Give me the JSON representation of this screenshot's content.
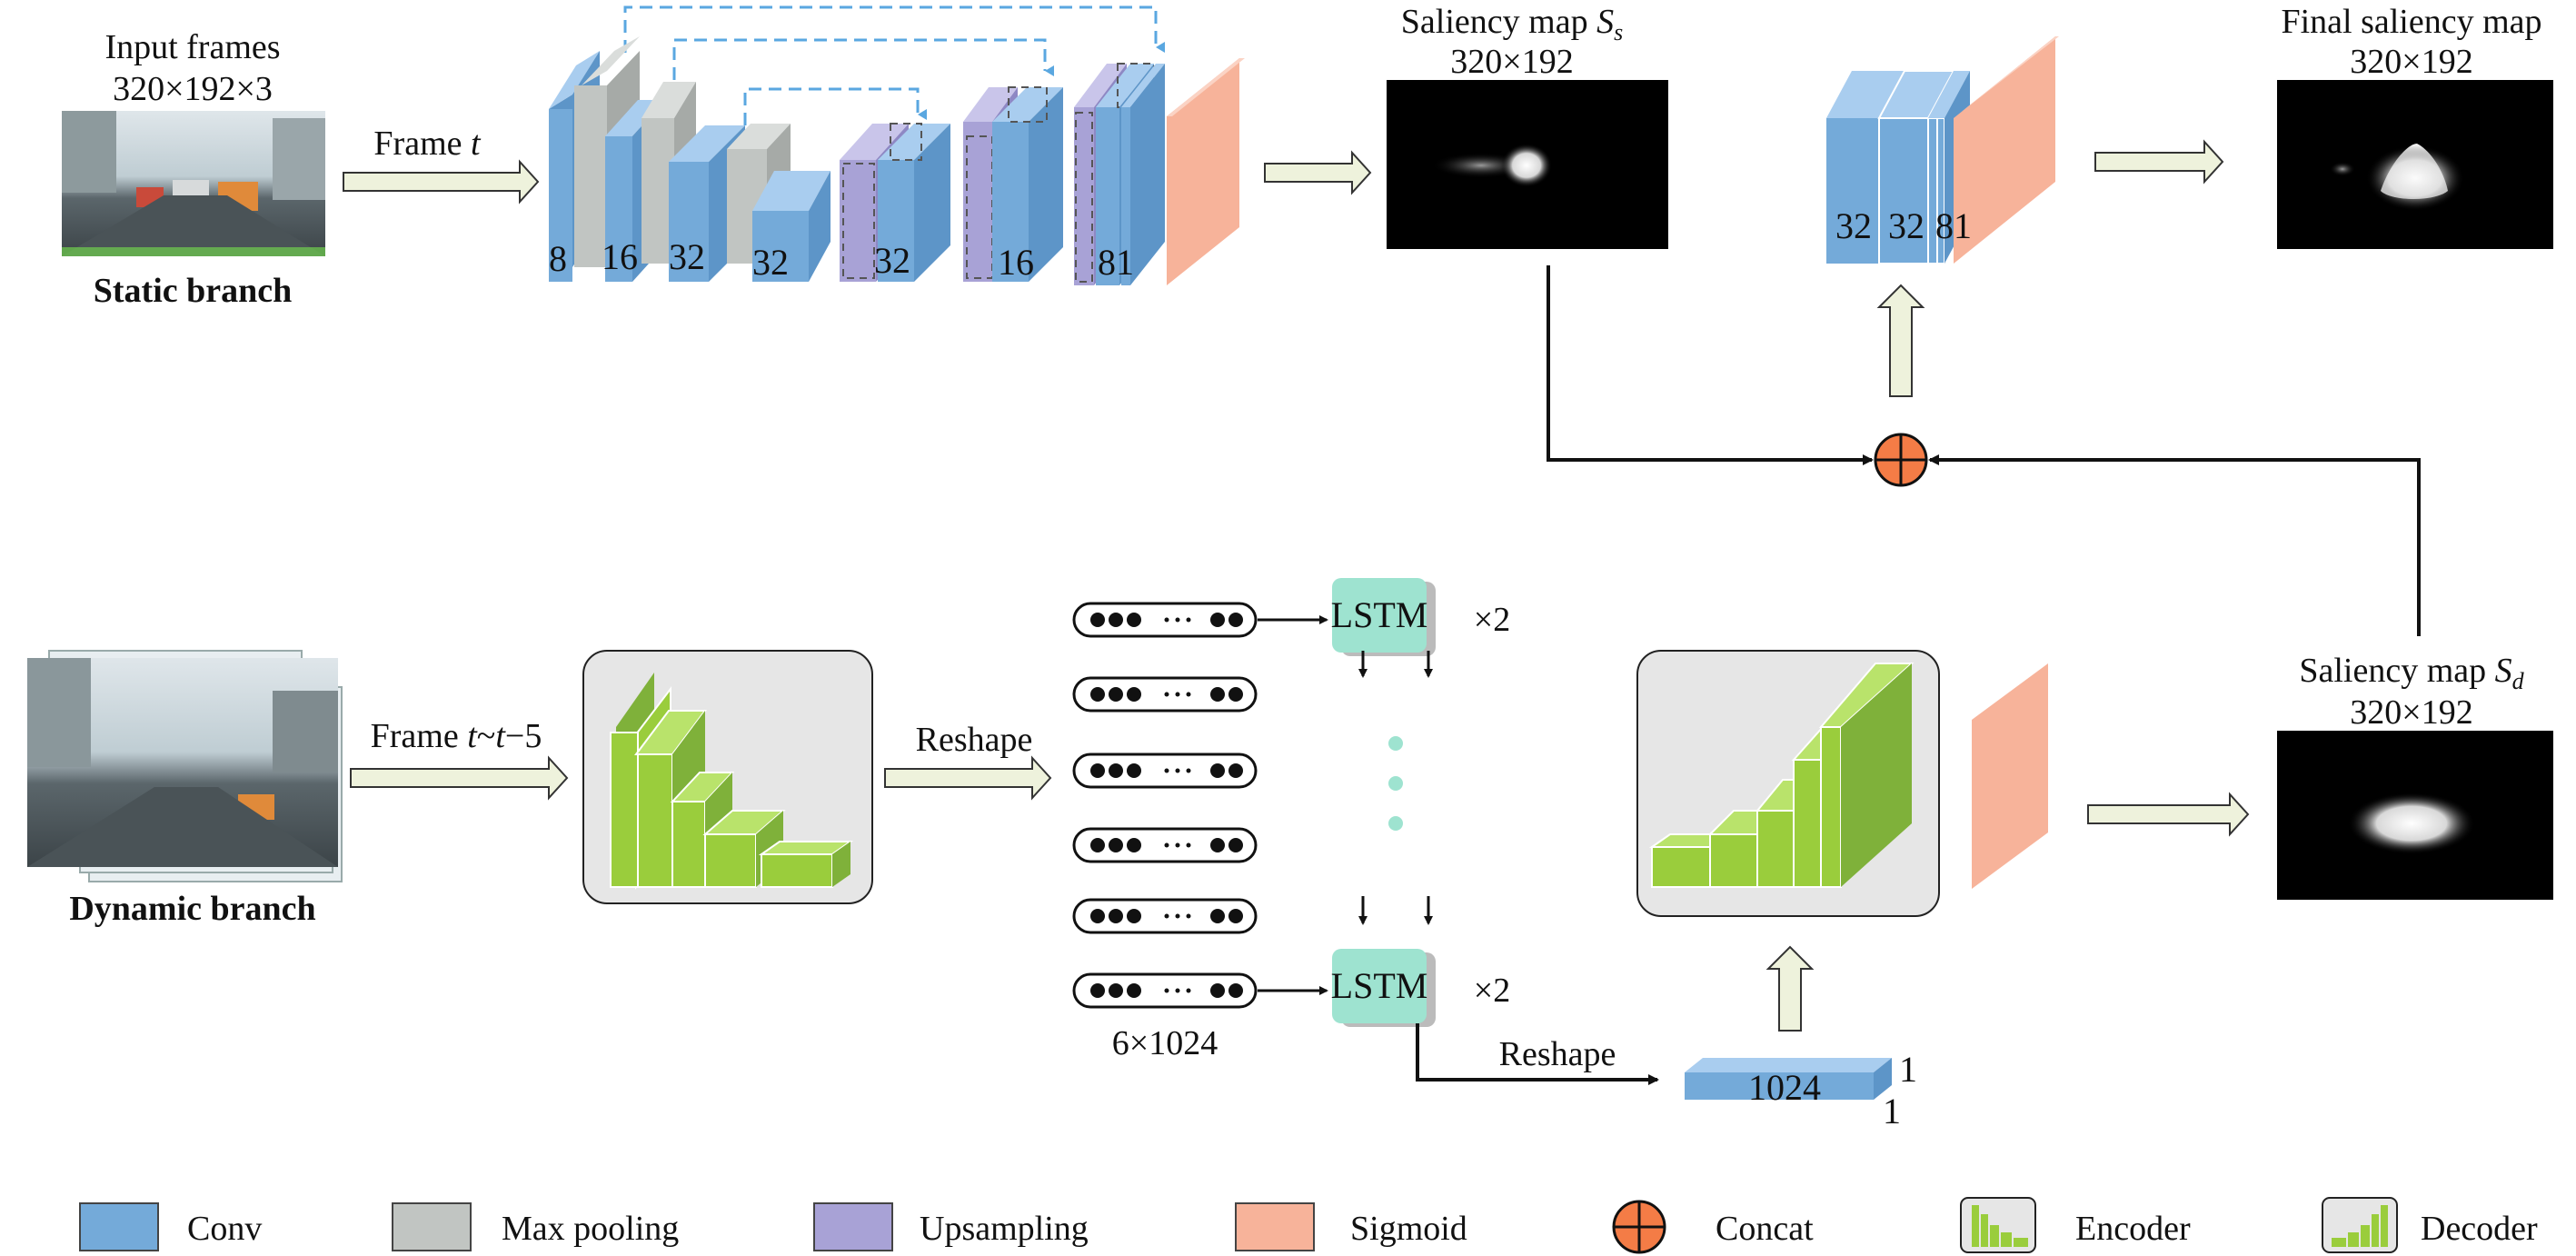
{
  "static": {
    "input_title": "Input frames",
    "input_dims": "320×192×3",
    "branch_label": "Static branch",
    "frame_label": "Frame ",
    "frame_var": "t",
    "channels": [
      "8",
      "16",
      "32",
      "32",
      "32",
      "16",
      "81"
    ]
  },
  "saliency_static": {
    "title": "Saliency map ",
    "var": "S",
    "sub": "s",
    "dims": "320×192"
  },
  "fusion": {
    "channels": [
      "32",
      "32",
      "81"
    ]
  },
  "final": {
    "title": "Final saliency map",
    "dims": "320×192"
  },
  "dynamic": {
    "branch_label": "Dynamic branch",
    "frame_prefix": "Frame ",
    "frame_var1": "t",
    "frame_sep": "~",
    "frame_var2": "t",
    "frame_suffix": "−5",
    "reshape1": "Reshape",
    "reshape2": "Reshape",
    "lstm1": "LSTM",
    "lstm2": "LSTM",
    "times1": "×2",
    "times2": "×2",
    "seq_dims": "6×1024",
    "vector_dim": "1024",
    "vector_h": "1",
    "vector_w": "1"
  },
  "saliency_dynamic": {
    "title": "Saliency map ",
    "var": "S",
    "sub": "d",
    "dims": "320×192"
  },
  "legend": [
    {
      "label": "Conv",
      "color": "#74aad9",
      "icon": "square"
    },
    {
      "label": "Max pooling",
      "color": "#c1c5c2",
      "icon": "square"
    },
    {
      "label": "Upsampling",
      "color": "#a8a2d6",
      "icon": "square"
    },
    {
      "label": "Sigmoid",
      "color": "#f7b39a",
      "icon": "square"
    },
    {
      "label": "Concat",
      "color": "#f47c46",
      "icon": "concat-icon"
    },
    {
      "label": "Encoder",
      "color": "#9acd3c",
      "icon": "encoder-icon"
    },
    {
      "label": "Decoder",
      "color": "#9acd3c",
      "icon": "decoder-icon"
    }
  ],
  "colors": {
    "conv": "#74aad9",
    "pool": "#c1c5c2",
    "upsample": "#a8a2d6",
    "sigmoid": "#f7b39a",
    "concat": "#f47c46",
    "lstm": "#9ee3d0",
    "green": "#9acd3c",
    "arrow_fill": "#eef2dc",
    "skip": "#5aa7e0"
  }
}
